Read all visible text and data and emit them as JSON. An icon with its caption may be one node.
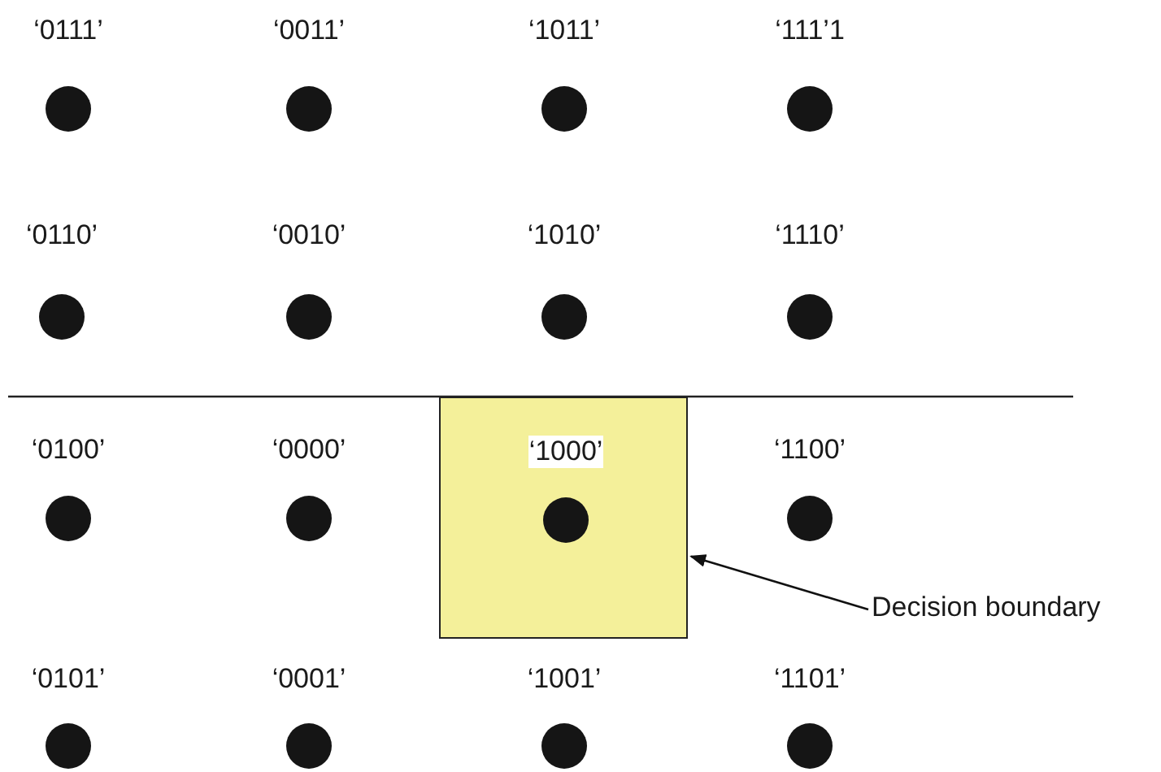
{
  "diagram": {
    "nodes": [
      {
        "text": [
          "‘0111’"
        ]
      },
      {
        "text": [
          "‘0011’"
        ]
      },
      {
        "text": [
          "‘1011’"
        ]
      },
      {
        "text": [
          "‘111’1"
        ]
      },
      {
        "text": [
          "‘0110’"
        ]
      },
      {
        "text": [
          "‘0010’"
        ]
      },
      {
        "text": [
          "‘1010’"
        ]
      },
      {
        "text": [
          "‘1110’"
        ]
      },
      {
        "text": [
          "‘0100’"
        ]
      },
      {
        "text": [
          "‘0000’"
        ]
      },
      {
        "text": [],
        "shape": "box"
      },
      {
        "text": [
          "‘1000’"
        ],
        "in": 10
      },
      {
        "text": [
          "‘1100’"
        ]
      },
      {
        "text": [
          "Decision boundary"
        ]
      },
      {
        "text": [
          "‘0101’"
        ]
      },
      {
        "text": [
          "‘0001’"
        ]
      },
      {
        "text": [
          "‘1001’"
        ]
      },
      {
        "text": [
          "‘1101’"
        ]
      }
    ],
    "edges": [
      {
        "from": 13,
        "to": 10,
        "arrow": "to"
      }
    ]
  }
}
